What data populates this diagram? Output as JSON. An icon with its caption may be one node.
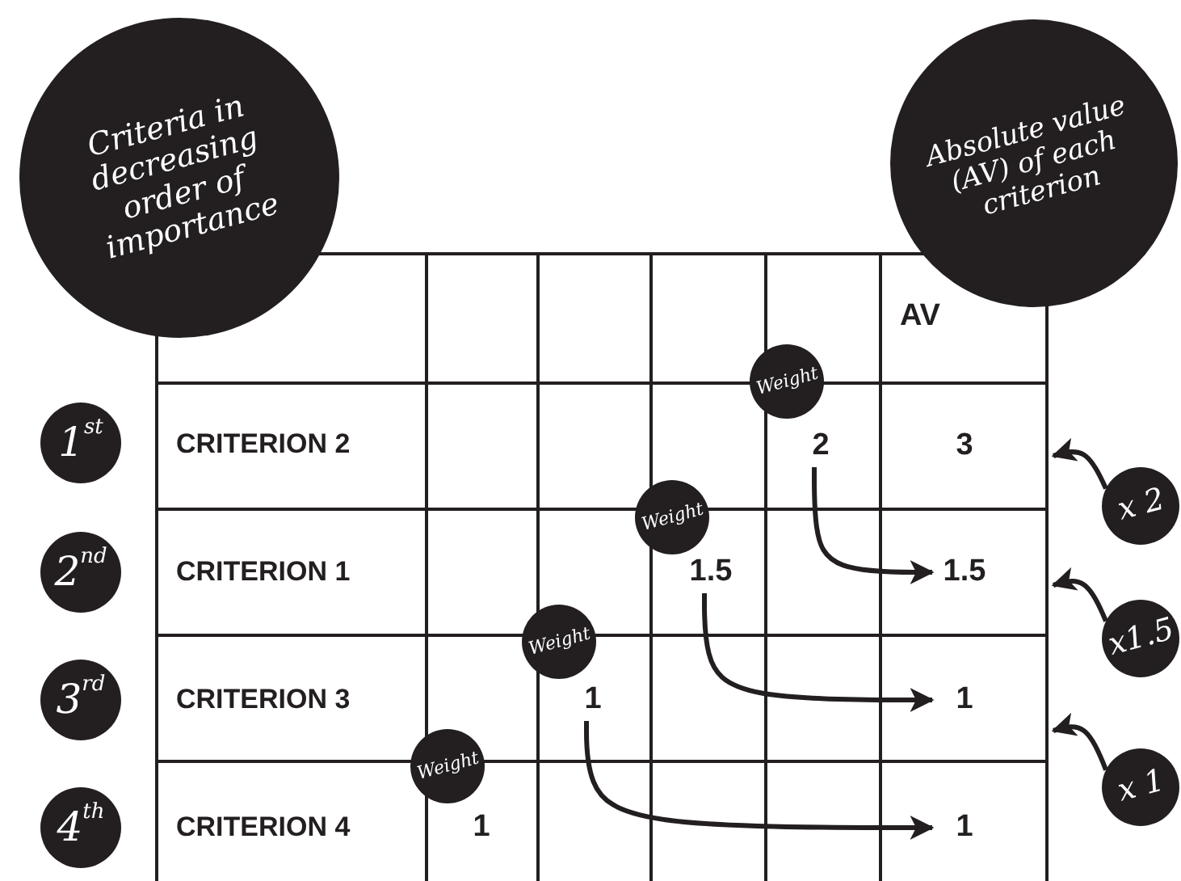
{
  "diagram": {
    "nodes": [
      {
        "text": [
          "Criteria in decreasing order of importance"
        ]
      },
      {
        "text": [
          "Absolute value (AV) of each criterion"
        ]
      },
      {
        "text": [
          "Weight"
        ]
      },
      {
        "text": [
          "1$^{st}$"
        ]
      },
      {
        "text": [
          "2"
        ]
      },
      {
        "text": [
          "3"
        ]
      },
      {
        "text": [
          "Weight"
        ]
      },
      {
        "text": [
          "x 2"
        ]
      },
      {
        "text": [
          "2$^{nd}$"
        ]
      },
      {
        "text": [
          "1.5"
        ]
      },
      {
        "text": [
          "1.5"
        ]
      },
      {
        "text": [
          "Weight"
        ]
      },
      {
        "text": [
          "x1.5"
        ]
      },
      {
        "text": [
          "3$^{rd}$"
        ]
      },
      {
        "text": [
          "1"
        ]
      },
      {
        "text": [
          "1"
        ]
      },
      {
        "text": [
          "Weight"
        ]
      },
      {
        "text": [
          "x 1"
        ]
      },
      {
        "text": [
          "4$^{th}$"
        ]
      },
      {
        "text": [
          "1"
        ]
      },
      {
        "text": [
          "1"
        ]
      }
    ],
    "edges": [
      {
        "from": 4,
        "to": 10,
        "arrow": "to"
      },
      {
        "from": 9,
        "to": 15,
        "arrow": "to"
      },
      {
        "from": 14,
        "to": 20,
        "arrow": "to"
      },
      {
        "from": 7,
        "to": null,
        "arrow": "to"
      },
      {
        "from": 12,
        "to": null,
        "arrow": "to"
      },
      {
        "from": 17,
        "to": null,
        "arrow": "to"
      }
    ],
    "labels": [
      "AV",
      "CRITERION 2",
      "CRITERION 1",
      "CRITERION 3",
      "CRITERION 4"
    ]
  }
}
